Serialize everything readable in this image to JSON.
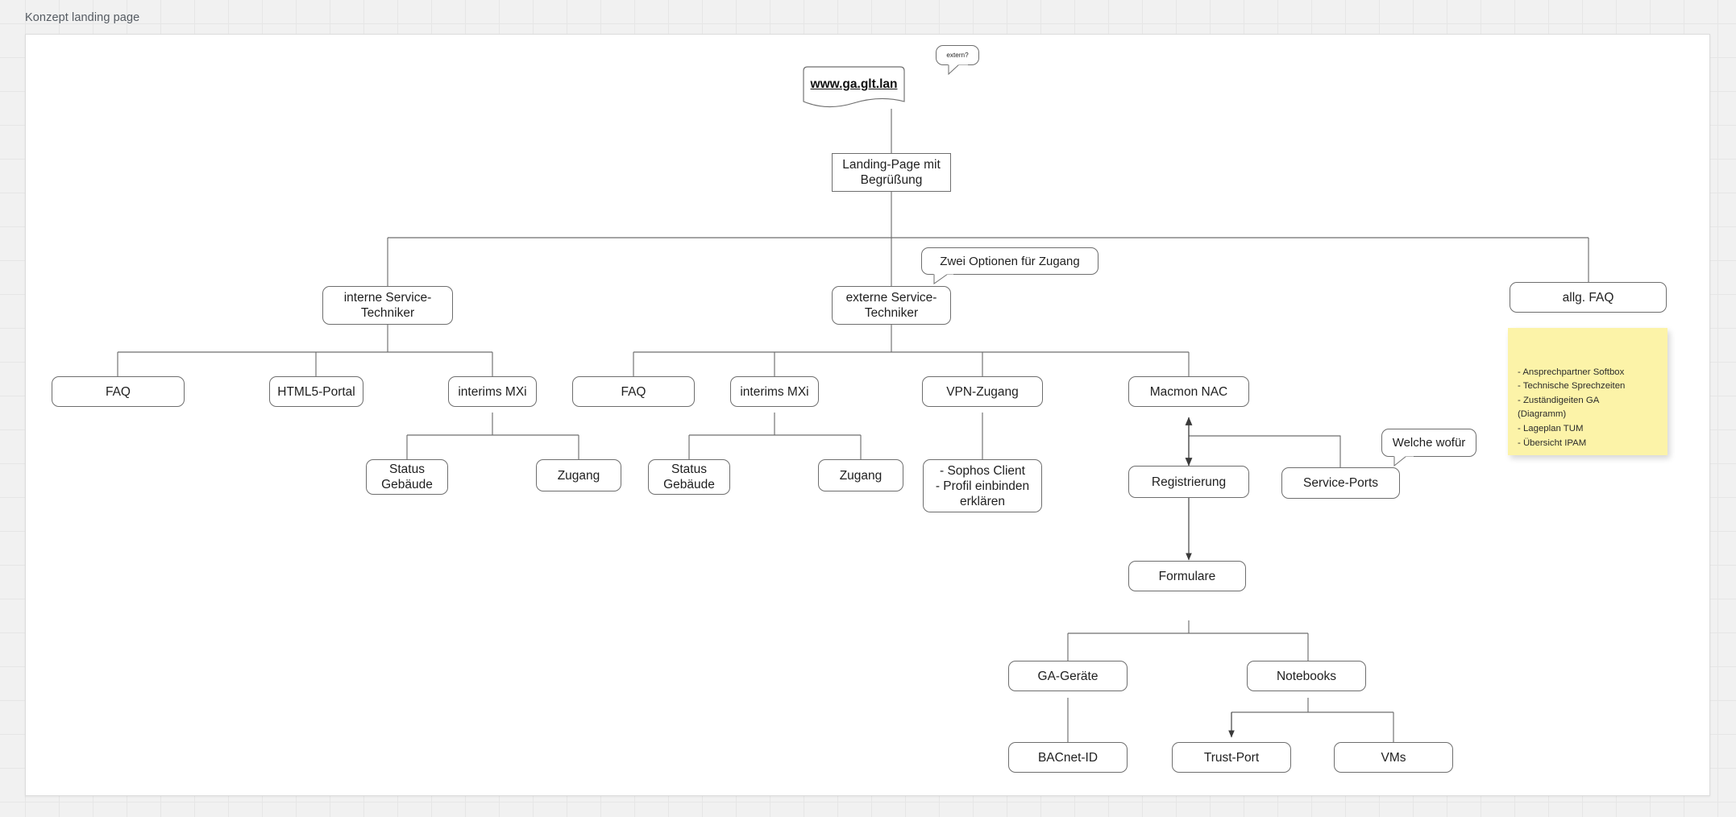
{
  "page": {
    "title": "Konzept landing page",
    "canvas_background": "#ffffff",
    "grid_color": "#e6e6e6",
    "edge_color": "#6e6e6e",
    "sticky_color": "#fcf3a8"
  },
  "nodes": {
    "root_url": "www.ga.glt.lan",
    "landing_page": "Landing-Page mit\nBegrüßung",
    "interne": "interne Service-\nTechniker",
    "externe": "externe Service-\nTechniker",
    "allg_faq": "allg. FAQ",
    "faq_intern": "FAQ",
    "html5_portal": "HTML5-Portal",
    "interims_mxi_intern": "interims MXi",
    "faq_extern": "FAQ",
    "interims_mxi_extern": "interims MXi",
    "vpn_zugang": "VPN-Zugang",
    "macmon_nac": "Macmon NAC",
    "status_gebaeude_intern": "Status\nGebäude",
    "zugang_intern": "Zugang",
    "status_gebaeude_extern": "Status\nGebäude",
    "zugang_extern": "Zugang",
    "vpn_details": "- Sophos Client\n- Profil einbinden\nerklären",
    "registrierung": "Registrierung",
    "service_ports": "Service-Ports",
    "formulare": "Formulare",
    "ga_geraete": "GA-Geräte",
    "notebooks": "Notebooks",
    "bacnet_id": "BACnet-ID",
    "trust_port": "Trust-Port",
    "vms": "VMs"
  },
  "callouts": {
    "extern_question": "extern?",
    "zwei_optionen": "Zwei Optionen für Zugang",
    "welche_wofuer": "Welche wofür"
  },
  "sticky": {
    "text": "- Ansprechpartner Softbox\n- Technische Sprechzeiten\n- Zuständigeiten GA\n(Diagramm)\n- Lageplan TUM\n- Übersicht IPAM\n-"
  },
  "chart_data": {
    "type": "diagram",
    "title": "Konzept landing page",
    "tree": [
      {
        "id": "root_url",
        "label": "www.ga.glt.lan",
        "shape": "document",
        "children": [
          {
            "id": "landing_page",
            "label": "Landing-Page mit Begrüßung",
            "shape": "rectangle",
            "children": [
              {
                "id": "interne",
                "label": "interne Service-Techniker",
                "shape": "rounded",
                "children": [
                  {
                    "id": "faq_intern",
                    "label": "FAQ",
                    "shape": "rounded"
                  },
                  {
                    "id": "html5_portal",
                    "label": "HTML5-Portal",
                    "shape": "rounded"
                  },
                  {
                    "id": "interims_mxi_intern",
                    "label": "interims MXi",
                    "shape": "rounded",
                    "children": [
                      {
                        "id": "status_gebaeude_intern",
                        "label": "Status Gebäude",
                        "shape": "rounded"
                      },
                      {
                        "id": "zugang_intern",
                        "label": "Zugang",
                        "shape": "rounded"
                      }
                    ]
                  }
                ]
              },
              {
                "id": "externe",
                "label": "externe Service-Techniker",
                "shape": "rounded",
                "children": [
                  {
                    "id": "faq_extern",
                    "label": "FAQ",
                    "shape": "rounded"
                  },
                  {
                    "id": "interims_mxi_extern",
                    "label": "interims MXi",
                    "shape": "rounded",
                    "children": [
                      {
                        "id": "status_gebaeude_extern",
                        "label": "Status Gebäude",
                        "shape": "rounded"
                      },
                      {
                        "id": "zugang_extern",
                        "label": "Zugang",
                        "shape": "rounded"
                      }
                    ]
                  },
                  {
                    "id": "vpn_zugang",
                    "label": "VPN-Zugang",
                    "shape": "rounded",
                    "children": [
                      {
                        "id": "vpn_details",
                        "label": "- Sophos Client - Profil einbinden erklären",
                        "shape": "rounded"
                      }
                    ]
                  },
                  {
                    "id": "macmon_nac",
                    "label": "Macmon NAC",
                    "shape": "rounded",
                    "children": [
                      {
                        "id": "registrierung",
                        "label": "Registrierung",
                        "shape": "rounded",
                        "arrow": "double",
                        "children": [
                          {
                            "id": "formulare",
                            "label": "Formulare",
                            "shape": "rounded",
                            "arrow": "single",
                            "children": [
                              {
                                "id": "ga_geraete",
                                "label": "GA-Geräte",
                                "shape": "rounded",
                                "children": [
                                  {
                                    "id": "bacnet_id",
                                    "label": "BACnet-ID",
                                    "shape": "rounded"
                                  }
                                ]
                              },
                              {
                                "id": "notebooks",
                                "label": "Notebooks",
                                "shape": "rounded",
                                "children": [
                                  {
                                    "id": "trust_port",
                                    "label": "Trust-Port",
                                    "shape": "rounded",
                                    "arrow": "single"
                                  },
                                  {
                                    "id": "vms",
                                    "label": "VMs",
                                    "shape": "rounded"
                                  }
                                ]
                              }
                            ]
                          }
                        ]
                      },
                      {
                        "id": "service_ports",
                        "label": "Service-Ports",
                        "shape": "rounded"
                      }
                    ]
                  }
                ]
              },
              {
                "id": "allg_faq",
                "label": "allg. FAQ",
                "shape": "rounded"
              }
            ]
          }
        ]
      }
    ],
    "annotations": [
      {
        "id": "extern_question",
        "label": "extern?",
        "attached_to": "root_url"
      },
      {
        "id": "zwei_optionen",
        "label": "Zwei Optionen für Zugang",
        "attached_to": "landing_page"
      },
      {
        "id": "welche_wofuer",
        "label": "Welche wofür",
        "attached_to": "service_ports"
      },
      {
        "id": "sticky_faq",
        "label": "- Ansprechpartner Softbox\n- Technische Sprechzeiten\n- Zuständigeiten GA\n(Diagramm)\n- Lageplan TUM\n- Übersicht IPAM\n-",
        "attached_to": "allg_faq"
      }
    ]
  }
}
